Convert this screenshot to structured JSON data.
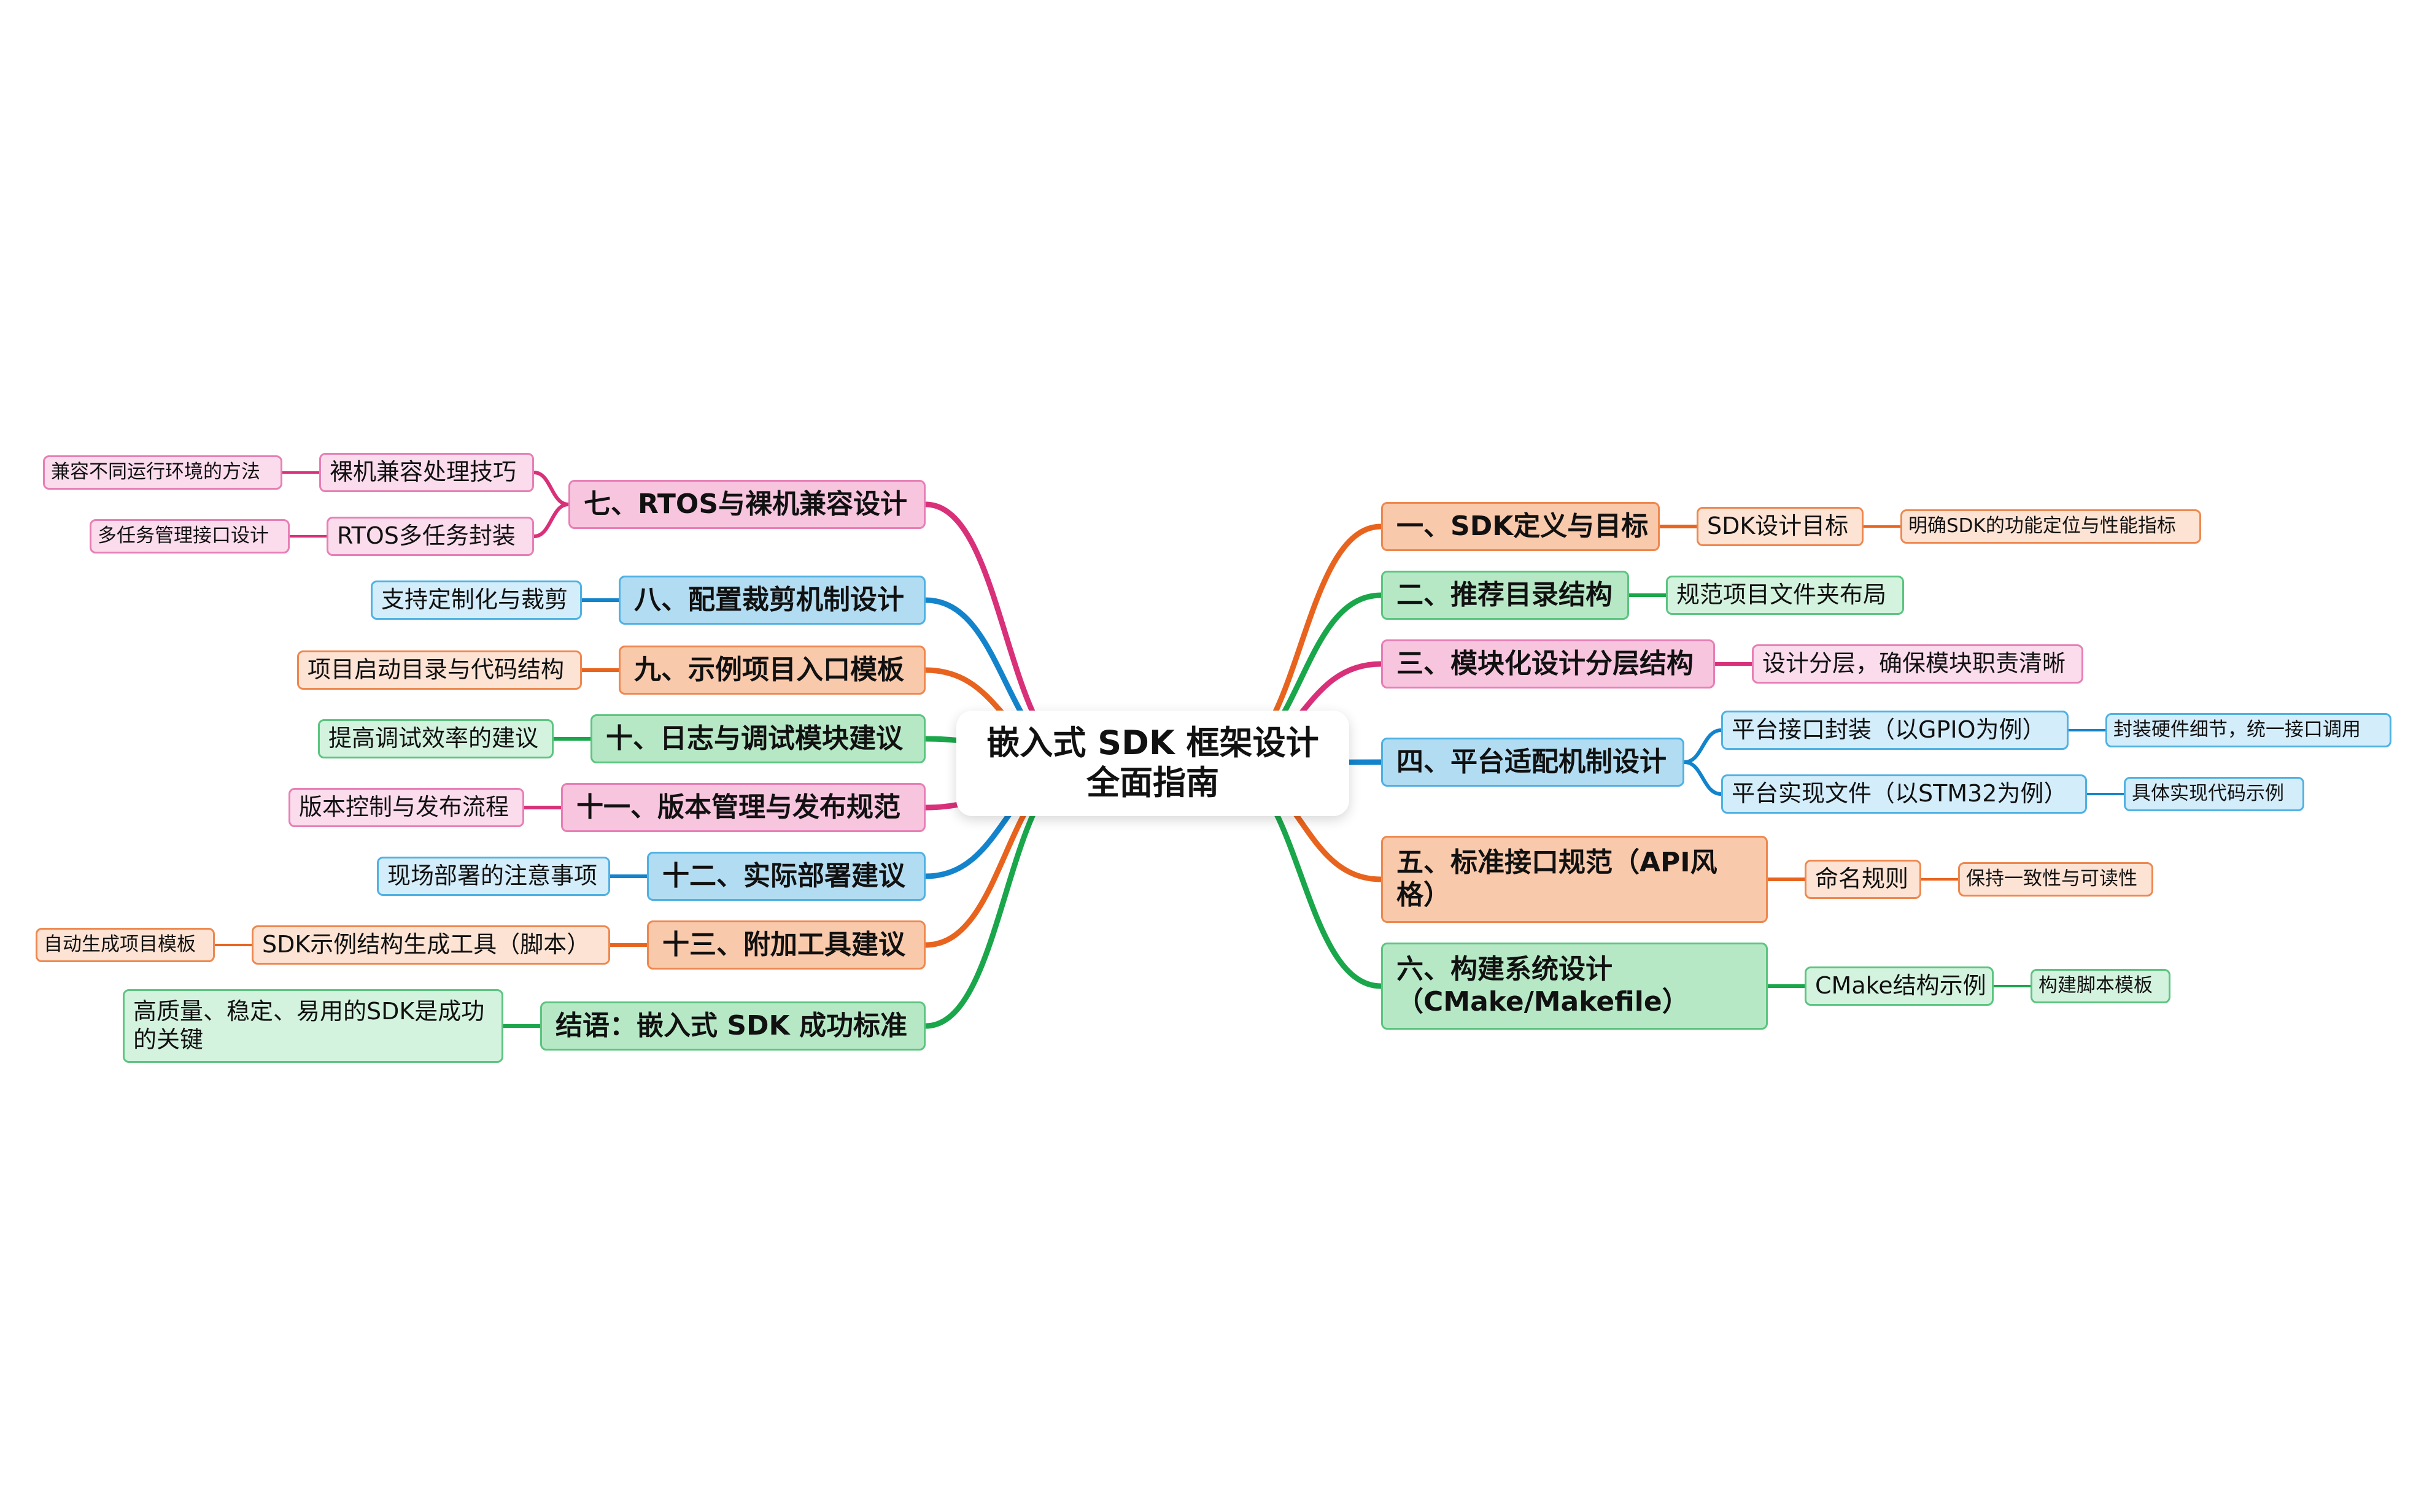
{
  "colors": {
    "orange": "#e8641e",
    "green": "#1aa64a",
    "pink": "#d9307a",
    "blue": "#1384cc"
  },
  "root": {
    "title_line1": "嵌入式 SDK 框架设计",
    "title_line2": "全面指南"
  },
  "branches": [
    {
      "label": "一、SDK定义与目标",
      "color": "orange",
      "children": [
        {
          "label": "SDK设计目标",
          "children": [
            {
              "label": "明确SDK的功能定位与性能指标"
            }
          ]
        }
      ]
    },
    {
      "label": "二、推荐目录结构",
      "color": "green",
      "children": [
        {
          "label": "规范项目文件夹布局"
        }
      ]
    },
    {
      "label": "三、模块化设计分层结构",
      "color": "pink",
      "children": [
        {
          "label": "设计分层，确保模块职责清晰"
        }
      ]
    },
    {
      "label": "四、平台适配机制设计",
      "color": "blue",
      "children": [
        {
          "label": "平台接口封装（以GPIO为例）",
          "children": [
            {
              "label": "封装硬件细节，统一接口调用"
            }
          ]
        },
        {
          "label": "平台实现文件（以STM32为例）",
          "children": [
            {
              "label": "具体实现代码示例"
            }
          ]
        }
      ]
    },
    {
      "label": "五、标准接口规范（API风格）",
      "color": "orange",
      "children": [
        {
          "label": "命名规则",
          "children": [
            {
              "label": "保持一致性与可读性"
            }
          ]
        }
      ]
    },
    {
      "label": "六、构建系统设计（CMake/Makefile）",
      "color": "green",
      "children": [
        {
          "label": "CMake结构示例",
          "children": [
            {
              "label": "构建脚本模板"
            }
          ]
        }
      ]
    },
    {
      "label": "七、RTOS与裸机兼容设计",
      "color": "pink",
      "children": [
        {
          "label": "裸机兼容处理技巧",
          "children": [
            {
              "label": "兼容不同运行环境的方法"
            }
          ]
        },
        {
          "label": "RTOS多任务封装",
          "children": [
            {
              "label": "多任务管理接口设计"
            }
          ]
        }
      ]
    },
    {
      "label": "八、配置裁剪机制设计",
      "color": "blue",
      "children": [
        {
          "label": "支持定制化与裁剪"
        }
      ]
    },
    {
      "label": "九、示例项目入口模板",
      "color": "orange",
      "children": [
        {
          "label": "项目启动目录与代码结构"
        }
      ]
    },
    {
      "label": "十、日志与调试模块建议",
      "color": "green",
      "children": [
        {
          "label": "提高调试效率的建议"
        }
      ]
    },
    {
      "label": "十一、版本管理与发布规范",
      "color": "pink",
      "children": [
        {
          "label": "版本控制与发布流程"
        }
      ]
    },
    {
      "label": "十二、实际部署建议",
      "color": "blue",
      "children": [
        {
          "label": "现场部署的注意事项"
        }
      ]
    },
    {
      "label": "十三、附加工具建议",
      "color": "orange",
      "children": [
        {
          "label": "SDK示例结构生成工具（脚本）",
          "children": [
            {
              "label": "自动生成项目模板"
            }
          ]
        }
      ]
    },
    {
      "label": "结语：嵌入式 SDK 成功标准",
      "color": "green",
      "children": [
        {
          "label": "高质量、稳定、易用的SDK是成功的关键"
        }
      ]
    }
  ]
}
